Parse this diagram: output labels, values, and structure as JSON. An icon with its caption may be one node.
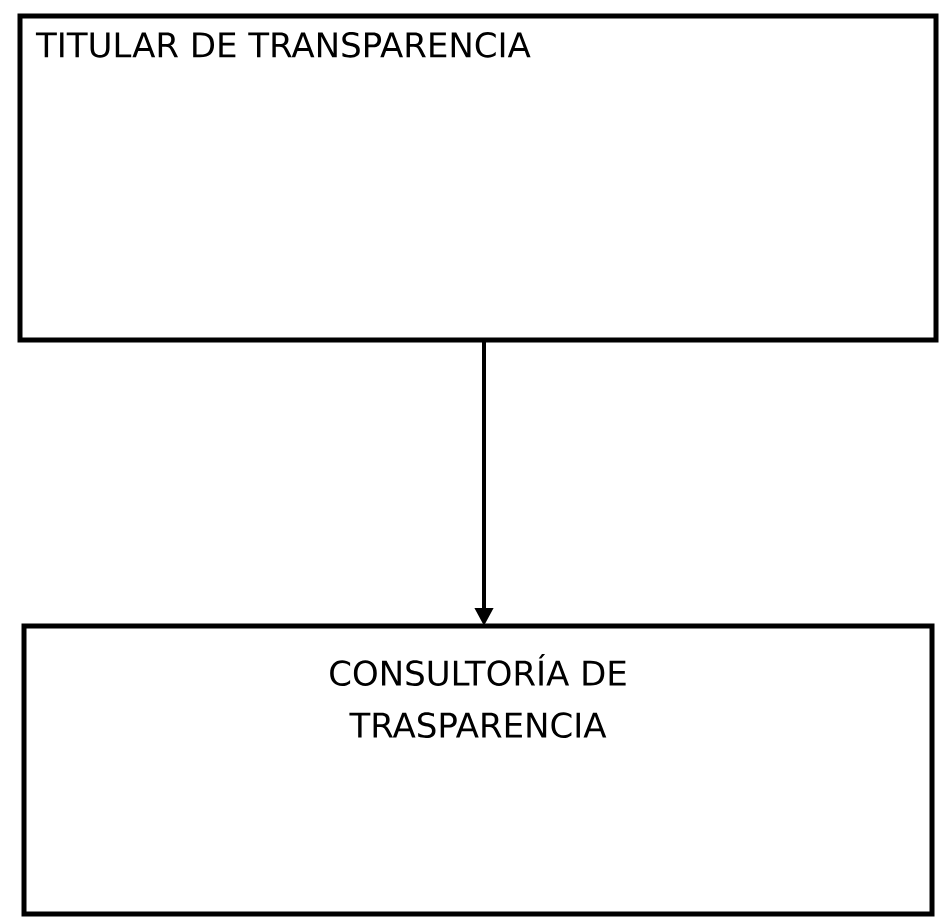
{
  "diagram": {
    "nodes": [
      {
        "text": [
          "TITULAR DE TRANSPARENCIA"
        ]
      },
      {
        "text": [
          "CONSULTORÍA DE TRASPARENCIA"
        ]
      }
    ],
    "edges": [
      {
        "from": 0,
        "to": 1,
        "arrow": "to"
      }
    ]
  }
}
